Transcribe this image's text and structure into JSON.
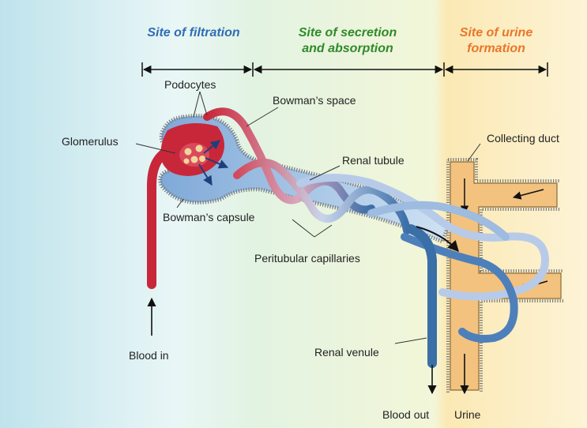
{
  "regions": [
    {
      "id": "filtration",
      "label": "Site of filtration",
      "color": "#2f6db5"
    },
    {
      "id": "secretion",
      "label_lines": [
        "Site of secretion",
        "and absorption"
      ],
      "color": "#2f8a2a"
    },
    {
      "id": "urine",
      "label_lines": [
        "Site of urine",
        "formation"
      ],
      "color": "#e8772a"
    }
  ],
  "labels": {
    "podocytes": "Podocytes",
    "bowmans_space": "Bowman’s space",
    "glomerulus": "Glomerulus",
    "renal_tubule": "Renal tubule",
    "collecting_duct": "Collecting duct",
    "bowmans_capsule": "Bowman’s capsule",
    "peritubular_capillaries": "Peritubular capillaries",
    "blood_in": "Blood in",
    "renal_venule": "Renal venule",
    "blood_out": "Blood out",
    "urine": "Urine"
  },
  "colors": {
    "arteriole_red": "#c8273a",
    "venule_blue": "#3a6fa8",
    "duct_tan": "#f2c27e",
    "capsule_blue": "#a9c8ea"
  }
}
